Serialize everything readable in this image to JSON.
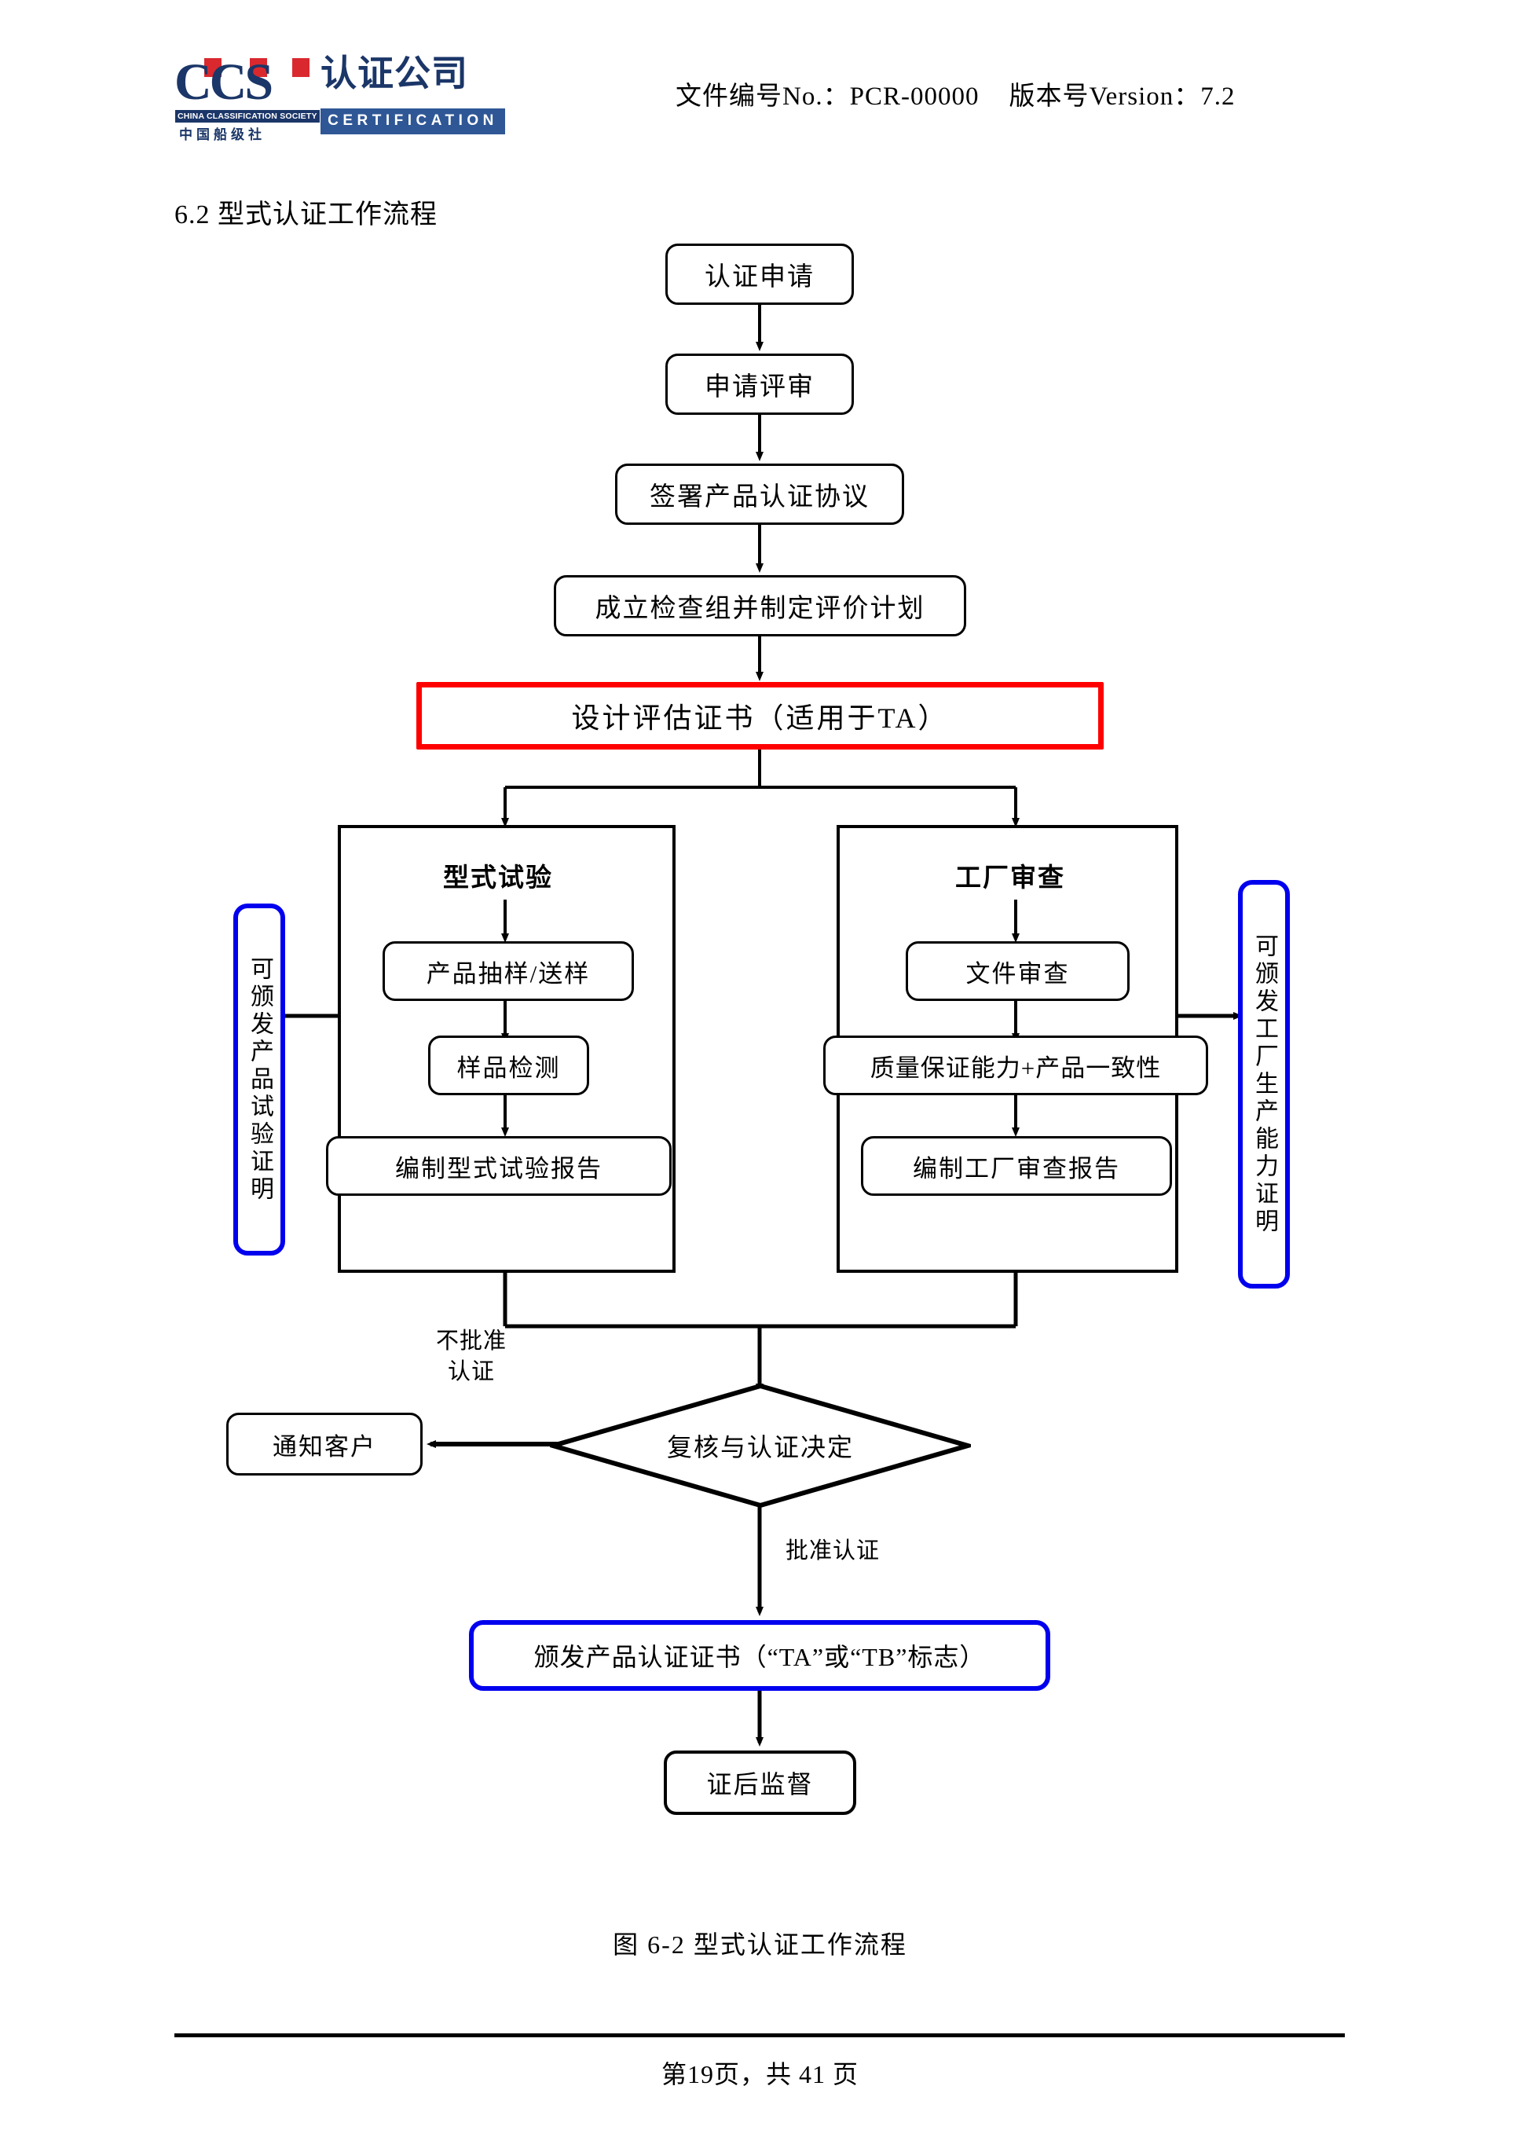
{
  "header": {
    "logo": {
      "ccs_letters": "CCS",
      "english_small": "CHINA CLASSIFICATION SOCIETY",
      "chinese_small": "中国船级社",
      "chinese_big": "认证公司",
      "certification_band": "CERTIFICATION"
    },
    "doc_number_label": "文件编号No.：",
    "doc_number_value": "PCR-00000",
    "version_label": "版本号Version：",
    "version_value": "7.2"
  },
  "section": {
    "title": "6.2 型式认证工作流程"
  },
  "flow": {
    "nodes": {
      "apply": "认证申请",
      "review_apply": "申请评审",
      "sign_agreement": "签署产品认证协议",
      "form_team": "成立检查组并制定评价计划",
      "design_cert": "设计评估证书（适用于TA）",
      "type_test_title": "型式试验",
      "sampling": "产品抽样/送样",
      "sample_test": "样品检测",
      "type_test_report": "编制型式试验报告",
      "factory_audit_title": "工厂审查",
      "doc_review": "文件审查",
      "quality_consistency": "质量保证能力+产品一致性",
      "factory_report": "编制工厂审查报告",
      "decision": "复核与认证决定",
      "notify_client": "通知客户",
      "issue_cert": "颁发产品认证证书（“TA”或“TB”标志）",
      "post_supervision": "证后监督"
    },
    "side_notes": {
      "left_blue": "可颁发产品试验证明",
      "right_blue": "可颁发工厂生产能力证明"
    },
    "edge_labels": {
      "reject": "不批准\n认证",
      "reject_line1": "不批准",
      "reject_line2": "认证",
      "approve": "批准认证"
    },
    "colors": {
      "red_border": "#ff0000",
      "blue_border": "#0000ee",
      "black_border": "#000000"
    }
  },
  "caption": "图 6-2 型式认证工作流程",
  "footer": {
    "page_text": "第19页，共 41 页"
  }
}
